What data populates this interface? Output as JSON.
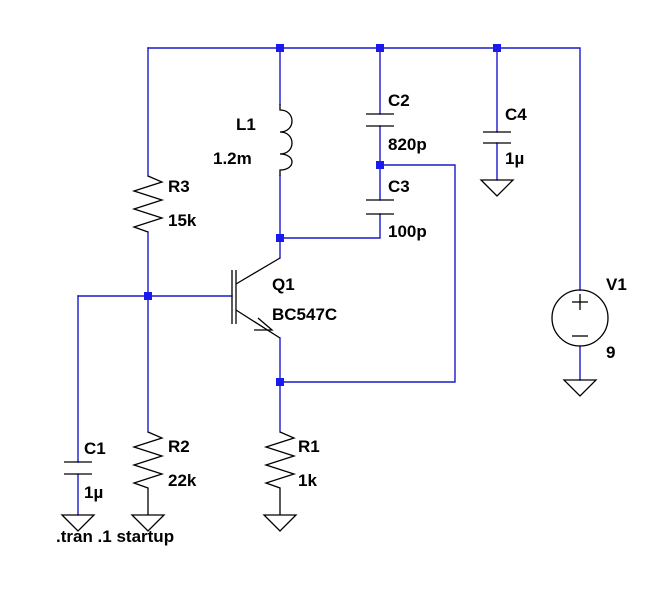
{
  "components": {
    "L1": {
      "ref": "L1",
      "value": "1.2m"
    },
    "C2": {
      "ref": "C2",
      "value": "820p"
    },
    "C3": {
      "ref": "C3",
      "value": "100p"
    },
    "C4": {
      "ref": "C4",
      "value": "1µ"
    },
    "R3": {
      "ref": "R3",
      "value": "15k"
    },
    "Q1": {
      "ref": "Q1",
      "value": "BC547C"
    },
    "V1": {
      "ref": "V1",
      "value": "9"
    },
    "C1": {
      "ref": "C1",
      "value": "1µ"
    },
    "R2": {
      "ref": "R2",
      "value": "22k"
    },
    "R1": {
      "ref": "R1",
      "value": "1k"
    }
  },
  "directive": ".tran .1 startup",
  "colors": {
    "wire": "#1a1acc",
    "junction": "#1a1aee",
    "component": "#000000",
    "background": "#ffffff"
  }
}
